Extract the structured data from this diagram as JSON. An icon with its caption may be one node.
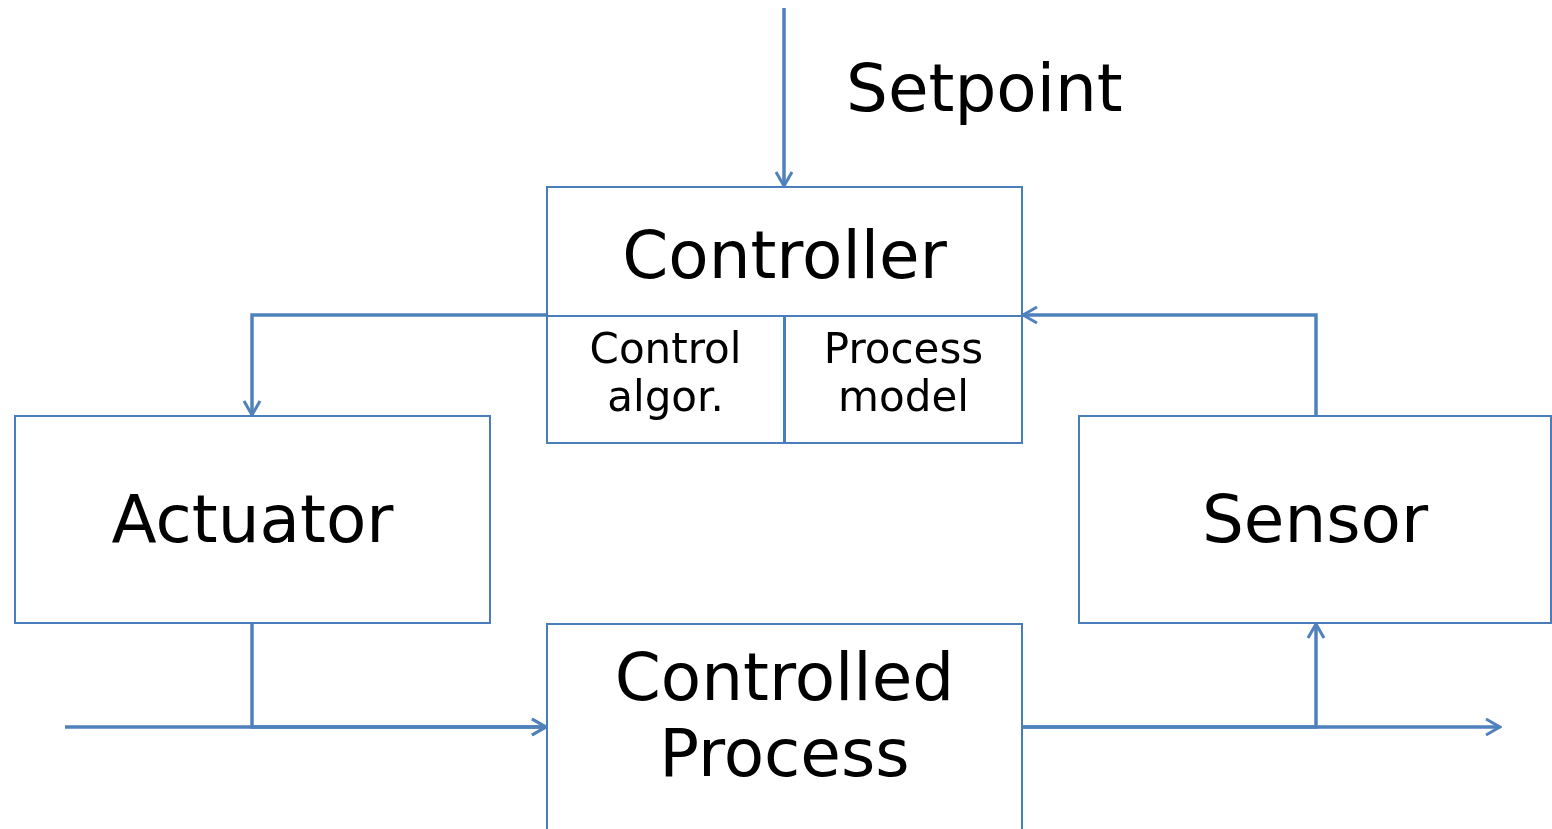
{
  "diagram": {
    "nodes": [
      {
        "text": [
          "Controller"
        ]
      },
      {
        "text": [
          "Control algor."
        ],
        "in": 0
      },
      {
        "text": [
          "Process model"
        ],
        "in": 0
      },
      {
        "text": [
          "Actuator"
        ]
      },
      {
        "text": [
          "Sensor"
        ]
      },
      {
        "text": [
          "Controlled Process"
        ]
      }
    ],
    "edges": [
      {
        "from": null,
        "to": 0,
        "arrow": "to",
        "label": "Setpoint"
      },
      {
        "from": 0,
        "to": 3,
        "arrow": "to"
      },
      {
        "from": 4,
        "to": 0,
        "arrow": "to"
      },
      {
        "from": 3,
        "to": 5,
        "arrow": "to"
      },
      {
        "from": null,
        "to": 5,
        "arrow": "to"
      },
      {
        "from": 5,
        "to": null,
        "arrow": "to"
      },
      {
        "from": 5,
        "to": 4,
        "arrow": "to"
      }
    ]
  }
}
